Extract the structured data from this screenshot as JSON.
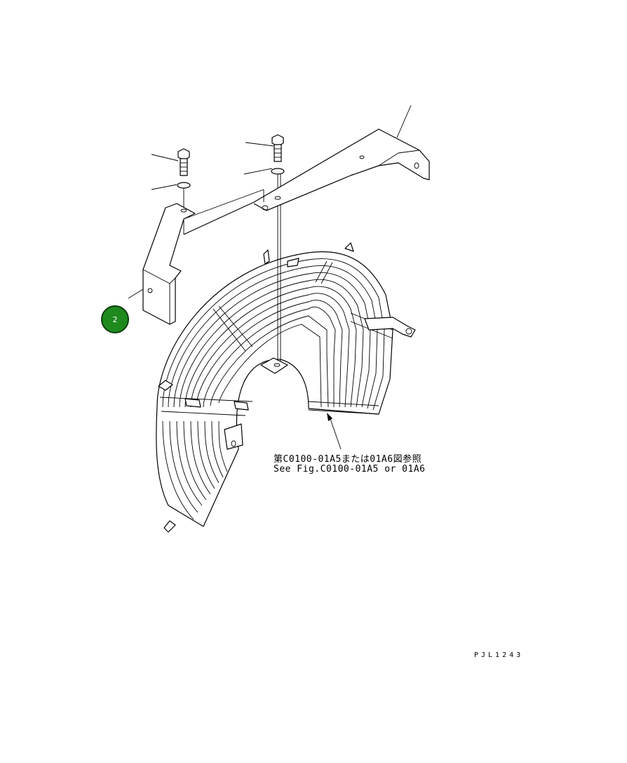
{
  "callout": {
    "number": "2",
    "color": "#1e8a1e"
  },
  "reference_note": {
    "line_ja": "第C0100-01A5または01A6図参照",
    "line_en": "See Fig.C0100-01A5 or 01A6"
  },
  "drawing_id": "PJL1243"
}
